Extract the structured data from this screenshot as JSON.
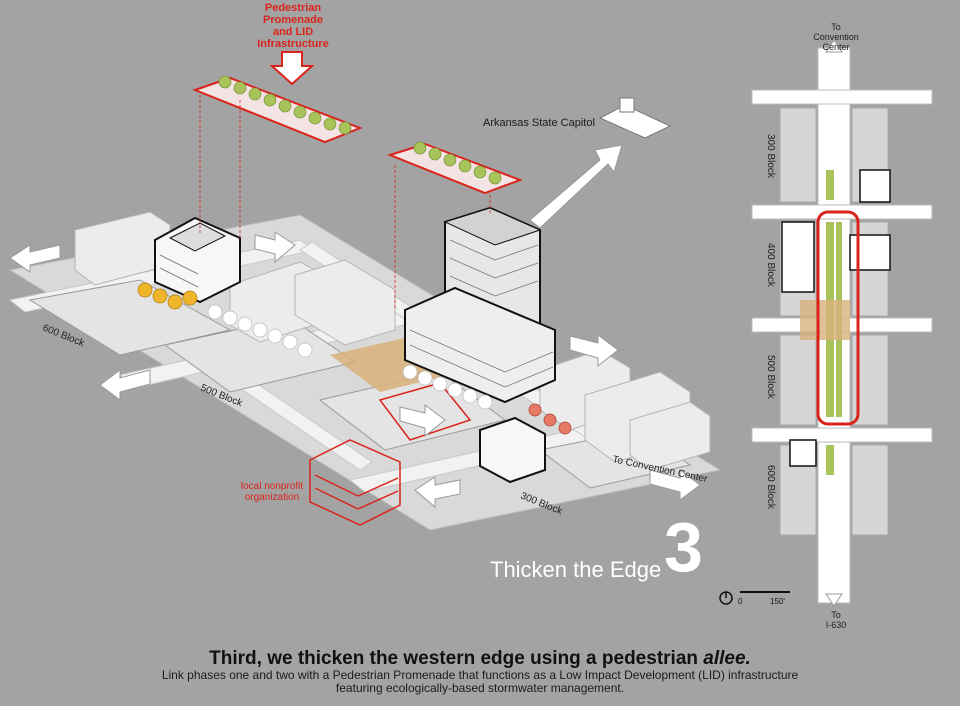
{
  "callout": {
    "line1": "Pedestrian",
    "line2": "Promenade",
    "line3": "and LID",
    "line4": "Infrastructure"
  },
  "capitol_label": "Arkansas State Capitol",
  "nonprofit_label": {
    "line1": "local nonprofit",
    "line2": "organization"
  },
  "street_labels": {
    "block_600": "600 Block",
    "block_500": "500 Block",
    "block_300": "300 Block",
    "to_convention_center": "To Convention Center",
    "to_i630_small": "To I-630"
  },
  "map": {
    "top_label_1": "To",
    "top_label_2": "Convention",
    "top_label_3": "Center",
    "bottom_label_1": "To",
    "bottom_label_2": "I-630",
    "blocks": [
      "300 Block",
      "400 Block",
      "500 Block",
      "600 Block"
    ],
    "scale_start": "0",
    "scale_end": "150'"
  },
  "title": {
    "text": "Thicken the Edge",
    "number": "3"
  },
  "heading": {
    "prefix": "Third, we thicken the western edge using a pedestrian ",
    "emphasis": "allee."
  },
  "description": {
    "line1": "Link phases one and two with a Pedestrian Promenade that functions as a Low Impact Development (LID) infrastructure",
    "line2": "featuring ecologically-based stormwater management."
  },
  "colors": {
    "background": "#a3a3a3",
    "accent_red": "#d9241c",
    "tree_green": "#a8c35a",
    "tree_yellow": "#f0b52a",
    "plaza_tan": "#d8b07a"
  }
}
